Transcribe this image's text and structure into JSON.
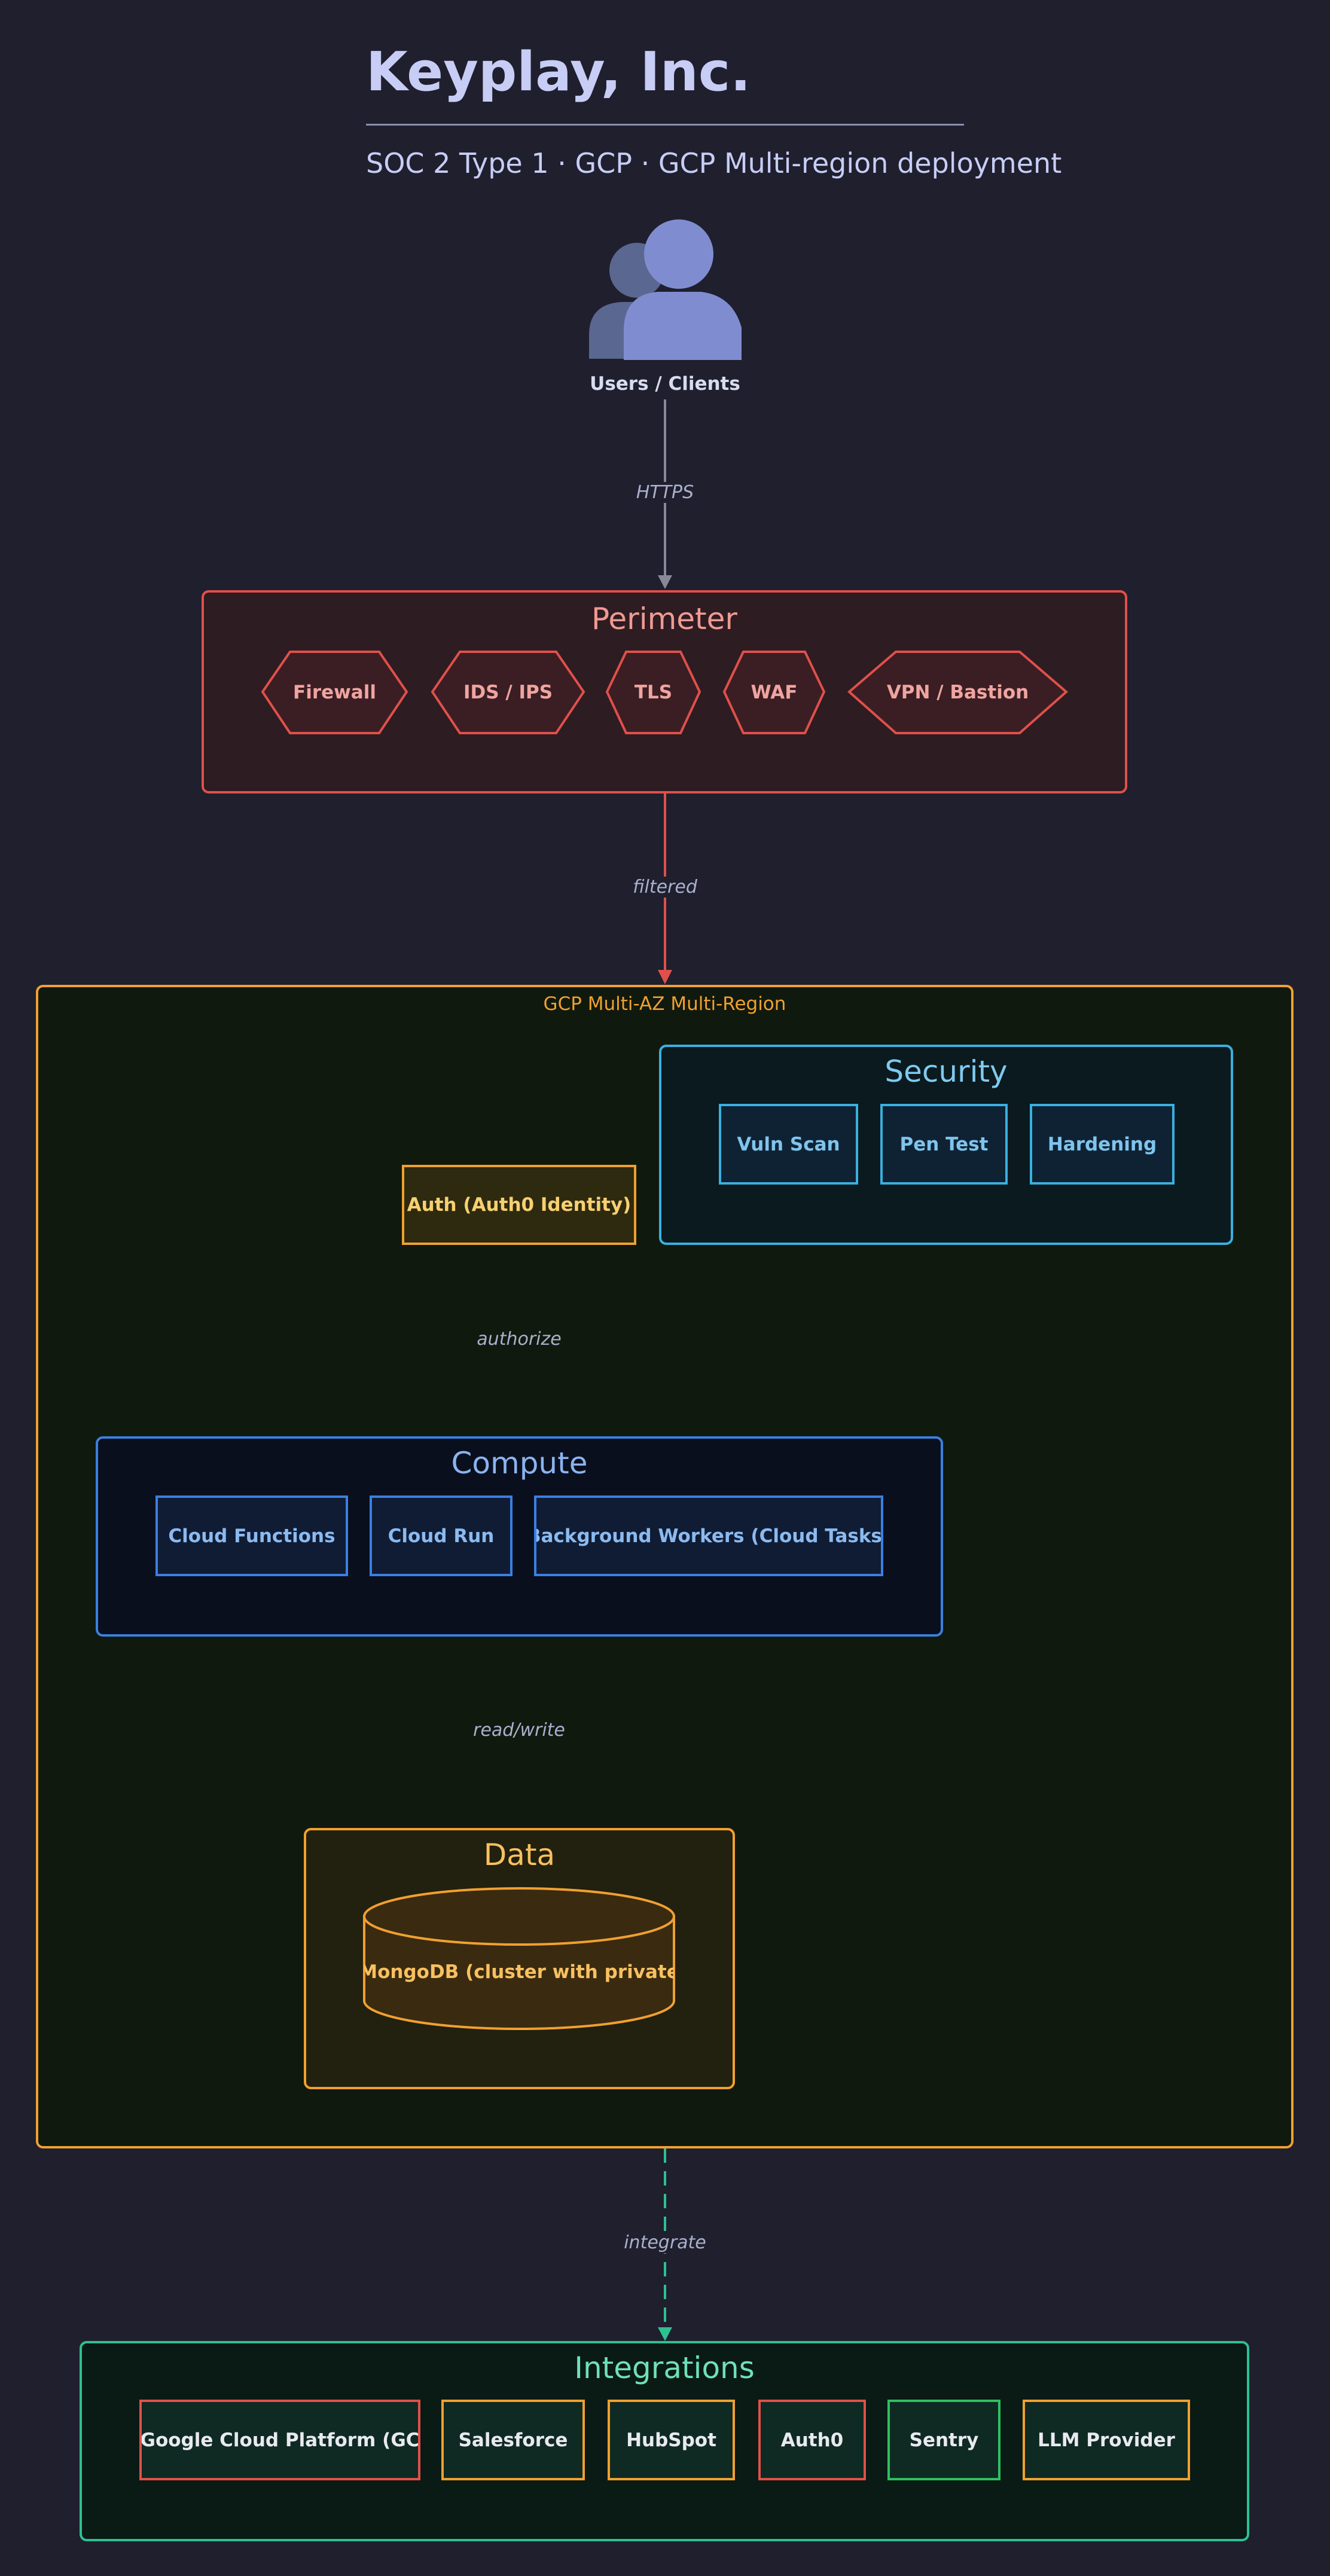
{
  "header": {
    "title": "Keyplay, Inc.",
    "subtitle": "SOC 2 Type 1 · GCP · GCP Multi-region deployment"
  },
  "users": {
    "label": "Users / Clients",
    "icon": "users-icon"
  },
  "edges": {
    "https": "HTTPS",
    "filtered": "filtered",
    "authorize": "authorize",
    "read_write": "read/write",
    "integrate": "integrate"
  },
  "perimeter": {
    "title": "Perimeter",
    "items": [
      "Firewall",
      "IDS / IPS",
      "TLS",
      "WAF",
      "VPN / Bastion"
    ]
  },
  "region": {
    "label": "GCP Multi-AZ Multi-Region"
  },
  "security": {
    "title": "Security",
    "items": [
      "Vuln Scan",
      "Pen Test",
      "Hardening"
    ]
  },
  "auth": {
    "label": "Auth (Auth0 Identity)"
  },
  "compute": {
    "title": "Compute",
    "items": [
      "Cloud Functions",
      "Cloud Run",
      "Background Workers (Cloud Tasks)"
    ]
  },
  "data": {
    "title": "Data",
    "db_label": "MongoDB (cluster with private"
  },
  "integrations": {
    "title": "Integrations",
    "items": [
      "Google Cloud Platform (GC",
      "Salesforce",
      "HubSpot",
      "Auth0",
      "Sentry",
      "LLM Provider"
    ]
  },
  "colors": {
    "background": "#1f1f2e",
    "perimeter": "#e0504a",
    "region": "#f0a030",
    "security": "#3ab0e0",
    "compute": "#3a80e0",
    "data": "#f0a030",
    "integrations": "#2ec090",
    "edge_gray": "#888899"
  }
}
